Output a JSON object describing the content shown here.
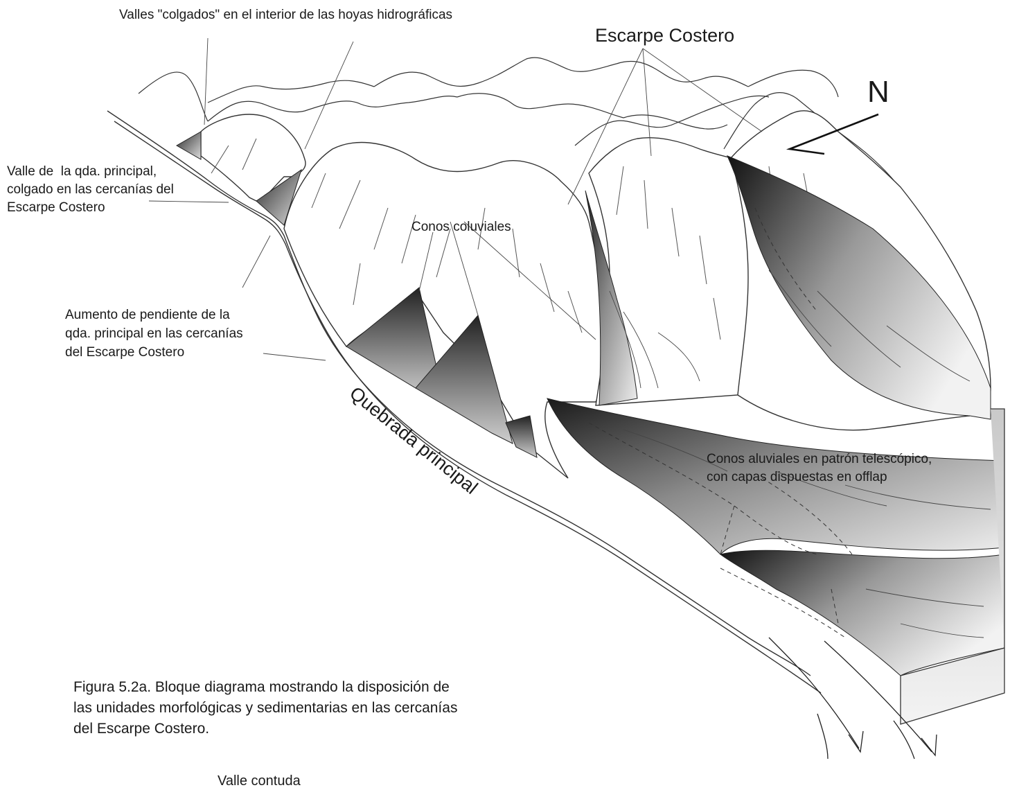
{
  "labels": {
    "hanging_valleys": "Valles \"colgados\" en el interior de las hoyas hidrográficas",
    "escarpe": "Escarpe Costero",
    "north": "N",
    "valle_line1": "Valle de  la qda. principal,",
    "valle_line2": "colgado en las cercanías del",
    "valle_line3": "Escarpe Costero",
    "conos_coluviales": "Conos coluviales",
    "aumento_line1": "Aumento de pendiente de la",
    "aumento_line2": "qda. principal en las cercanías",
    "aumento_line3": "del Escarpe Costero",
    "quebrada": "Quebrada principal",
    "aluviales_line1": "Conos aluviales en patrón telescópico,",
    "aluviales_line2": "con capas dispuestas en offlap",
    "bottom_partial": "Valle contuda"
  },
  "caption": {
    "figure_label": "Figura 5.2a.",
    "text_line1": " Bloque diagrama mostrando la disposición de",
    "text_line2": "las unidades morfológicas y sedimentarias en las cercanías",
    "text_line3": "del Escarpe Costero."
  }
}
